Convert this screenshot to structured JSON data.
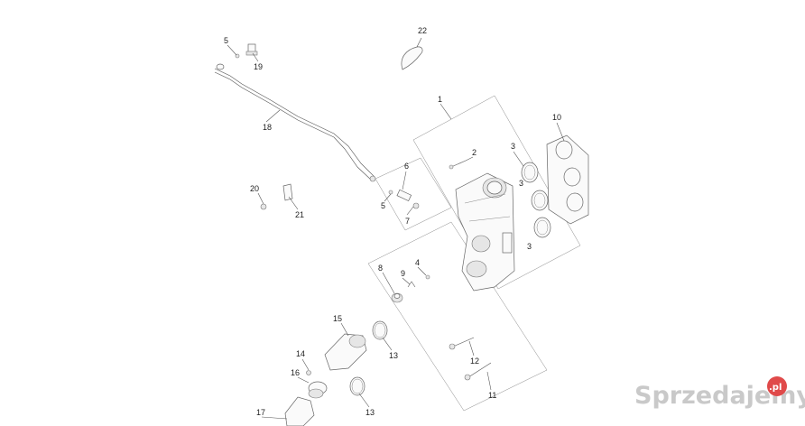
{
  "callouts": [
    "1",
    "2",
    "3",
    "3",
    "3",
    "4",
    "5",
    "5",
    "6",
    "7",
    "8",
    "9",
    "10",
    "11",
    "12",
    "13",
    "13",
    "14",
    "15",
    "16",
    "17",
    "18",
    "19",
    "20",
    "21",
    "22"
  ],
  "watermark": {
    "text": "Sprzedajemy",
    "badge": ".pl",
    "badge_color": "#e04a4a",
    "text_color": "#c9c9c9"
  }
}
